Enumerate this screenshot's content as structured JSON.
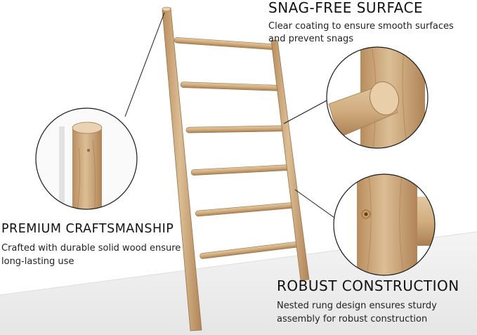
{
  "features": {
    "snag_free": {
      "title": "SNAG-FREE SURFACE",
      "description": "Clear coating to ensure smooth surfaces and prevent snags"
    },
    "craftsmanship": {
      "title": "PREMIUM CRAFTSMANSHIP",
      "description": "Crafted with durable solid wood ensure long-lasting use"
    },
    "construction": {
      "title": "ROBUST CONSTRUCTION",
      "description": "Nested rung design ensures sturdy assembly for robust construction"
    }
  },
  "colors": {
    "wood_light": "#dcbe95",
    "wood_mid": "#c9a273",
    "wood_dark": "#a67c4f",
    "circle_stroke": "#1a1a1a",
    "text": "#111111"
  }
}
